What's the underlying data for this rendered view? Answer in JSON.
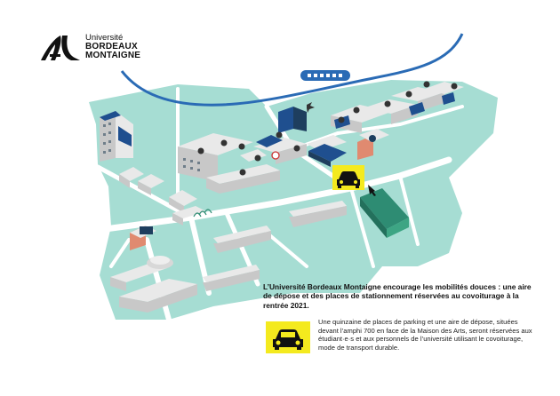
{
  "logo": {
    "university": "Université",
    "name_line1": "BORDEAUX",
    "name_line2": "MONTAIGNE",
    "icon": "am-monogram-logo"
  },
  "map": {
    "colors": {
      "land": "#a6ddd3",
      "river": "#2a6bb5",
      "paths": "#ffffff",
      "building_roof": "#e9e9e9",
      "building_wall": "#c8c8c8",
      "building_blue": "#1f4f8f",
      "building_brick": "#e08a70",
      "building_green": "#2e8c73",
      "parking_highlight": "#f4ea1e"
    },
    "icons": [
      "tram-icon",
      "car-parking-icon",
      "restaurant-marker-icon",
      "bus-marker-icon"
    ]
  },
  "caption": {
    "lead": "L’Université Bordeaux Montaigne encourage les mobilités douces : une aire de dépose et des places de stationnement réservées au covoiturage à la rentrée 2021.",
    "body": "Une quinzaine de places de parking et une aire de dépose, situées devant l’amphi 700 en face de la Maison des Arts, seront réservées aux étudiant·e·s et aux personnels de l’université utilisant le covoiturage, mode de transport durable."
  }
}
